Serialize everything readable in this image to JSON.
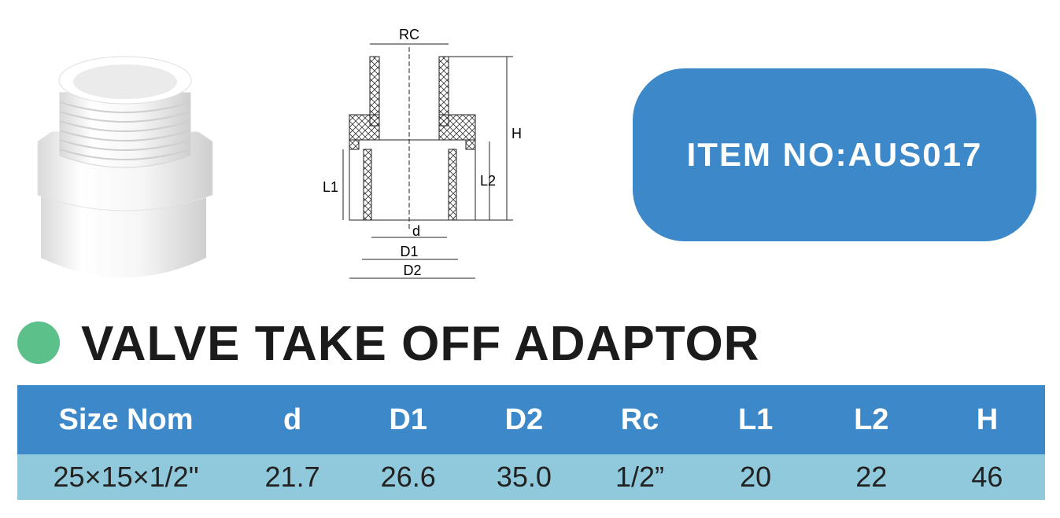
{
  "item_box": {
    "text": "ITEM NO:AUS017"
  },
  "title": "VALVE TAKE OFF ADAPTOR",
  "drawing_labels": {
    "rc": "RC",
    "h": "H",
    "l1": "L1",
    "l2": "L2",
    "d": "d",
    "d1": "D1",
    "d2": "D2"
  },
  "table": {
    "headers": [
      "Size Nom",
      "d",
      "D1",
      "D2",
      "Rc",
      "L1",
      "L2",
      "H"
    ],
    "rows": [
      [
        "25×15×1/2\"",
        "21.7",
        "26.6",
        "35.0",
        "1/2”",
        "20",
        "22",
        "46"
      ]
    ]
  },
  "colors": {
    "accent_blue": "#3c88c8",
    "row_blue": "#8fc9db",
    "dot_green": "#5bc08a"
  }
}
